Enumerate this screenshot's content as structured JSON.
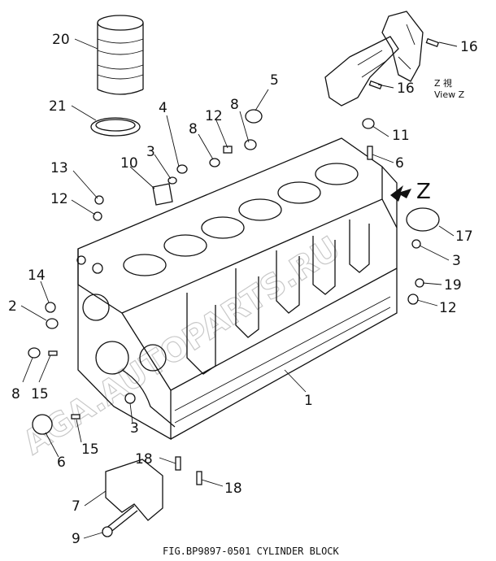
{
  "caption": "FIG.BP9897-0501 CYLINDER BLOCK",
  "view_label": {
    "line1": "Z 視",
    "line2": "View Z"
  },
  "arrow_label": "Z",
  "watermark": "AGA.AUTOPARTS.RU",
  "callouts": [
    {
      "id": "c20",
      "text": "20"
    },
    {
      "id": "c21",
      "text": "21"
    },
    {
      "id": "c4",
      "text": "4"
    },
    {
      "id": "c12a",
      "text": "12"
    },
    {
      "id": "c8a",
      "text": "8"
    },
    {
      "id": "c8b",
      "text": "8"
    },
    {
      "id": "c5",
      "text": "5"
    },
    {
      "id": "c3a",
      "text": "3"
    },
    {
      "id": "c10",
      "text": "10"
    },
    {
      "id": "c13",
      "text": "13"
    },
    {
      "id": "c12b",
      "text": "12"
    },
    {
      "id": "c11",
      "text": "11"
    },
    {
      "id": "c6a",
      "text": "6"
    },
    {
      "id": "c16a",
      "text": "16"
    },
    {
      "id": "c16b",
      "text": "16"
    },
    {
      "id": "c17",
      "text": "17"
    },
    {
      "id": "c3b",
      "text": "3"
    },
    {
      "id": "c19",
      "text": "19"
    },
    {
      "id": "c12c",
      "text": "12"
    },
    {
      "id": "c14",
      "text": "14"
    },
    {
      "id": "c2",
      "text": "2"
    },
    {
      "id": "c8c",
      "text": "8"
    },
    {
      "id": "c15a",
      "text": "15"
    },
    {
      "id": "c6b",
      "text": "6"
    },
    {
      "id": "c15b",
      "text": "15"
    },
    {
      "id": "c3c",
      "text": "3"
    },
    {
      "id": "c1",
      "text": "1"
    },
    {
      "id": "c18a",
      "text": "18"
    },
    {
      "id": "c18b",
      "text": "18"
    },
    {
      "id": "c7",
      "text": "7"
    },
    {
      "id": "c9",
      "text": "9"
    }
  ]
}
